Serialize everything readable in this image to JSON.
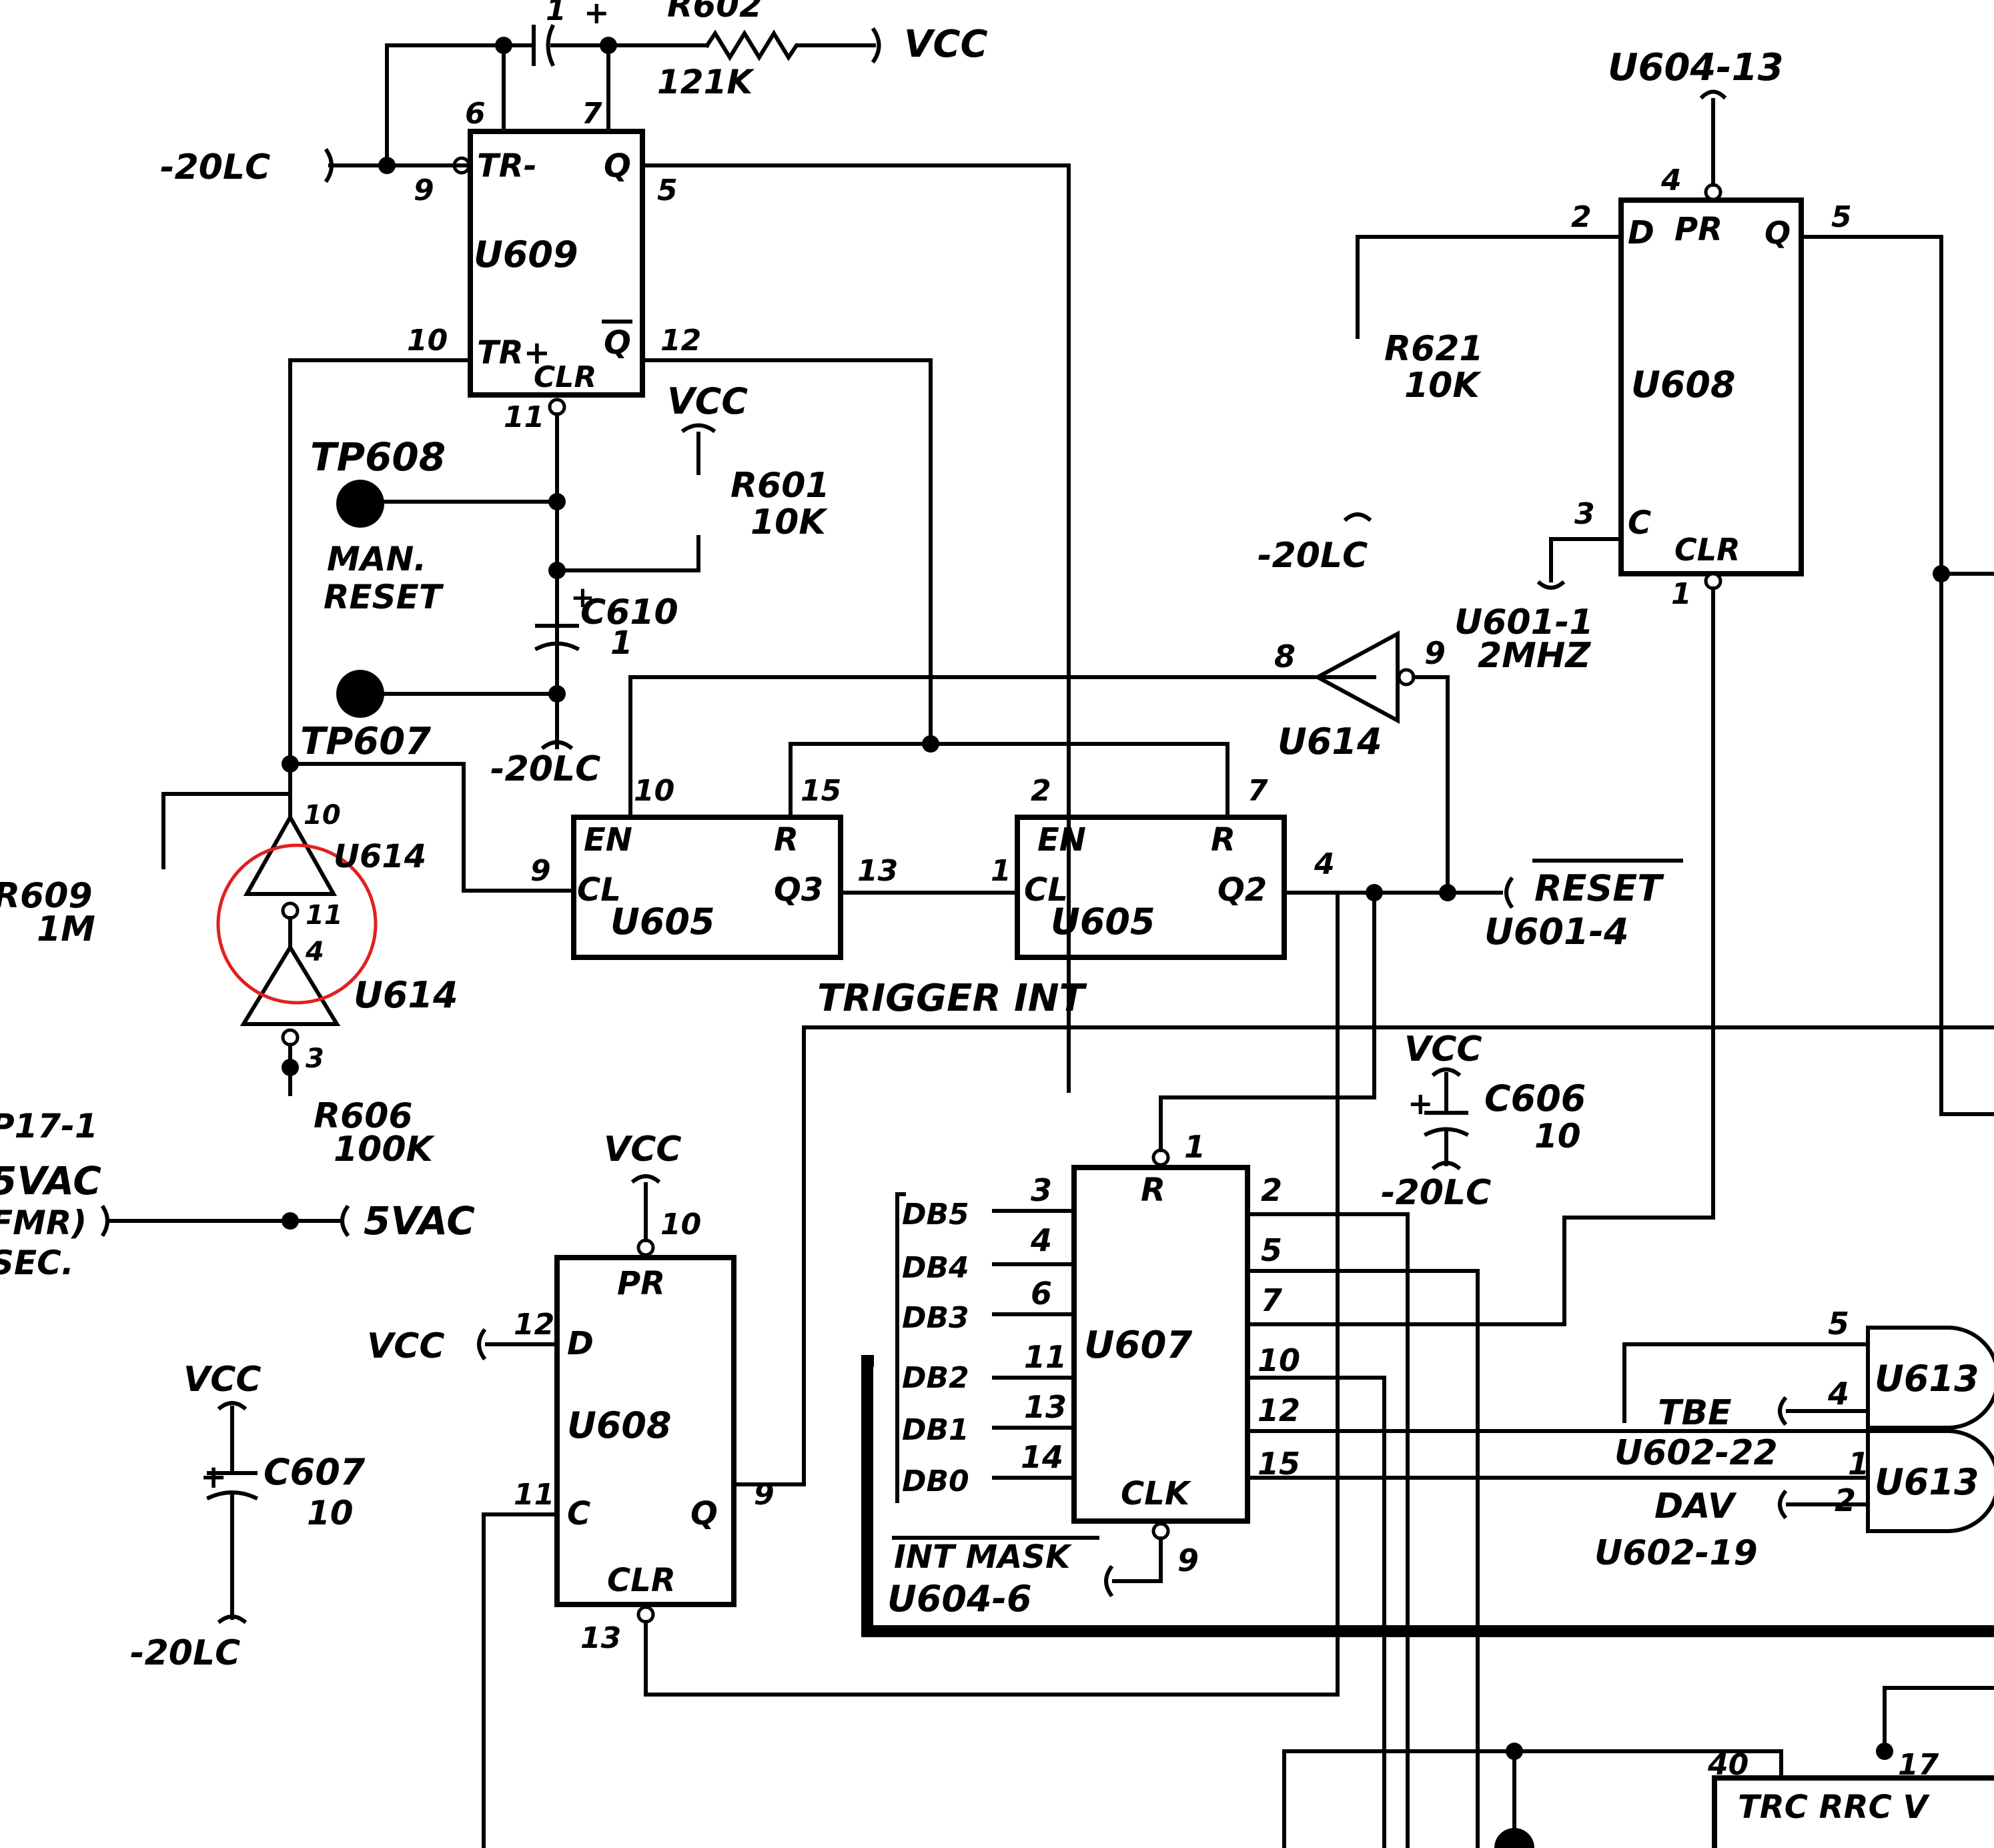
{
  "components": {
    "U609": {
      "name": "U609",
      "TR_minus": "TR-",
      "Q": "Q",
      "TR_plus": "TR+",
      "Qbar": "Q",
      "CLR": "CLR",
      "pin6": "6",
      "pin7": "7",
      "pin9": "9",
      "pin5": "5",
      "pin10": "10",
      "pin12": "12",
      "pin11": "11"
    },
    "U608_top": {
      "name": "U608",
      "D": "D",
      "PR": "PR",
      "Q": "Q",
      "C": "C",
      "CLR": "CLR",
      "pin2": "2",
      "pin4": "4",
      "pin5": "5",
      "pin3": "3",
      "pin1": "1"
    },
    "U605_a": {
      "name": "U605",
      "EN": "EN",
      "R": "R",
      "CL": "CL",
      "Q3": "Q3",
      "pin10": "10",
      "pin15": "15",
      "pin9": "9",
      "pin13": "13"
    },
    "U605_b": {
      "name": "U605",
      "EN": "EN",
      "R": "R",
      "CL": "CL",
      "Q2": "Q2",
      "pin2": "2",
      "pin7": "7",
      "pin1": "1",
      "pin4": "4"
    },
    "U608_bottom": {
      "name": "U608",
      "PR": "PR",
      "D": "D",
      "C": "C",
      "Q": "Q",
      "CLR": "CLR",
      "pin10": "10",
      "pin12": "12",
      "pin11": "11",
      "pin9": "9",
      "pin13": "13"
    },
    "U607": {
      "name": "U607",
      "R": "R",
      "CLK": "CLK",
      "pins_left": [
        "3",
        "4",
        "6",
        "11",
        "13",
        "14"
      ],
      "pins_right": [
        "2",
        "5",
        "7",
        "10",
        "12",
        "15"
      ],
      "pin1": "1",
      "pin9": "9"
    },
    "U614_a": {
      "name": "U614",
      "pin8": "8",
      "pin9": "9"
    },
    "U614_b": {
      "name": "U614",
      "pin10": "10",
      "pin11": "11"
    },
    "U614_c": {
      "name": "U614",
      "pin4": "4",
      "pin3": "3"
    },
    "U613_a": {
      "name": "U613",
      "pin5": "5",
      "pin4": "4"
    },
    "U613_b": {
      "name": "U613",
      "pin1": "1",
      "pin2": "2"
    },
    "bottom_chip": {
      "labels": "TRC RRC V",
      "pin40": "40",
      "pin17": "17"
    }
  },
  "passives": {
    "R602": {
      "name": "R602",
      "value": "121K"
    },
    "R601": {
      "name": "R601",
      "value": "10K"
    },
    "R621": {
      "name": "R621",
      "value": "10K"
    },
    "R609": {
      "name": "R609",
      "value": "1M"
    },
    "R606": {
      "name": "R606",
      "value": "100K"
    },
    "C610": {
      "name": "C610",
      "value": "1"
    },
    "C606": {
      "name": "C606",
      "value": "10"
    },
    "C607": {
      "name": "C607",
      "value": "10"
    },
    "C602_pol": "+",
    "C602_pin1": "1"
  },
  "nets": {
    "vcc": "VCC",
    "neg20lc": "-20LC",
    "u604_13": "U604-13",
    "tp608": "TP608",
    "man_reset": [
      "MAN.",
      "RESET"
    ],
    "tp607": "TP607",
    "u601_1": "U601-1",
    "mhz2": "2MHZ",
    "reset": "RESET",
    "u601_4": "U601-4",
    "trigger_int": "TRIGGER INT",
    "vac5": "5VAC",
    "left_cut": [
      "P17-1",
      "5VAC",
      "FMR)",
      "SEC."
    ],
    "db_bus": [
      "DB5",
      "DB4",
      "DB3",
      "DB2",
      "DB1",
      "DB0"
    ],
    "int_mask": "INT MASK",
    "u604_6": "U604-6",
    "tbe": "TBE",
    "u602_22": "U602-22",
    "dav": "DAV",
    "u602_19": "U602-19"
  }
}
